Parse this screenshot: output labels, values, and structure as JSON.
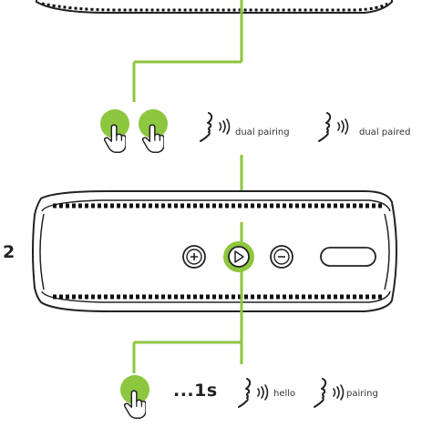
{
  "step_number": "2",
  "hold_duration": "...1s",
  "top_row": {
    "prompts": [
      "dual pairing",
      "dual paired"
    ]
  },
  "bottom_row": {
    "prompts": [
      "hello",
      "pairing"
    ]
  },
  "icons": {
    "finger": "finger-press-icon",
    "voice": "voice-prompt-icon",
    "plus": "volume-plus-icon",
    "play": "play-pause-icon",
    "minus": "volume-minus-icon",
    "usb": "usb-port-icon"
  },
  "colors": {
    "accent": "#8dc63f",
    "line": "#222222",
    "grille": "#111111"
  }
}
